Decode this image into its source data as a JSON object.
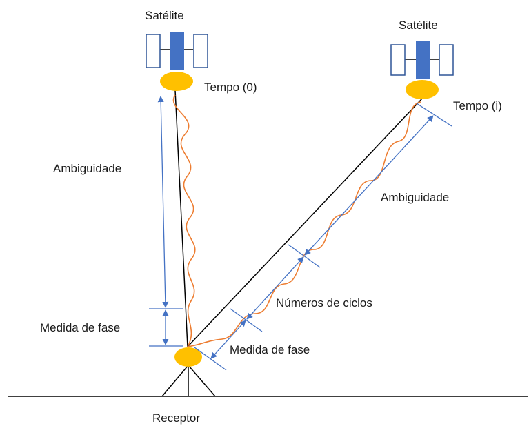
{
  "labels": {
    "satellite_left": "Satélite",
    "satellite_right": "Satélite",
    "time_zero": "Tempo (0)",
    "time_i": "Tempo (i)",
    "ambiguity_left": "Ambiguidade",
    "ambiguity_right": "Ambiguidade",
    "phase_left": "Medida de fase",
    "phase_right": "Medida de fase",
    "cycles": "Números de ciclos",
    "receiver": "Receptor"
  },
  "colors": {
    "satellite_body": "#4472c4",
    "satellite_panel_stroke": "#2f5597",
    "antenna": "#ffc000",
    "signal_wave": "#ed7d31",
    "measure_line": "#4472c4",
    "line_of_sight": "#000000",
    "ground": "#000000"
  },
  "icons": {
    "satellite": "satellite-icon",
    "antenna": "antenna-ellipse-icon",
    "receiver": "tripod-icon"
  }
}
